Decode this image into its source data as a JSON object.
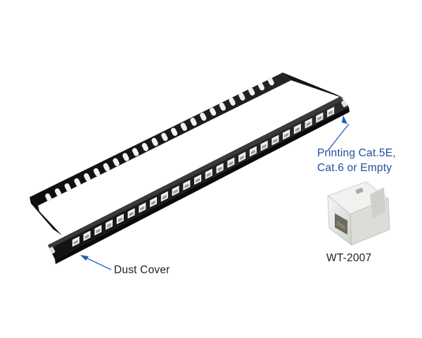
{
  "labels": {
    "printing_line1": "Printing Cat.5E,",
    "printing_line2": "Cat.6 or Empty",
    "dust_cover": "Dust Cover",
    "model": "WT-2007"
  },
  "colors": {
    "panel": "#1b1b1b",
    "port": "#f2f2f2",
    "arrow": "#1f5db8",
    "blue_text": "#1e4f9a",
    "keystone": "#e9e9e6"
  },
  "panel": {
    "front_ports": 24,
    "rear_slots": 24
  }
}
